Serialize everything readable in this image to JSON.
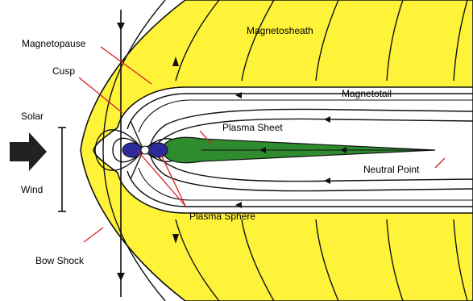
{
  "diagram": {
    "labels": {
      "magnetopause": "Magnetopause",
      "cusp": "Cusp",
      "solar": "Solar",
      "wind": "Wind",
      "bow_shock": "Bow Shock",
      "magnetosheath": "Magnetosheath",
      "magnetotail": "Magnetotail",
      "plasma_sheet": "Plasma Sheet",
      "neutral_point": "Neutral Point",
      "plasma_sphere": "Plasma Sphere"
    },
    "colors": {
      "magnetosheath_fill": "#fff33a",
      "plasma_sheet_fill": "#2e8b2e",
      "plasma_sphere_fill": "#2a2a9a",
      "pointer_lines": "#d42020",
      "solar_wind_arrow": "#222222",
      "field_lines": "#111111"
    }
  }
}
